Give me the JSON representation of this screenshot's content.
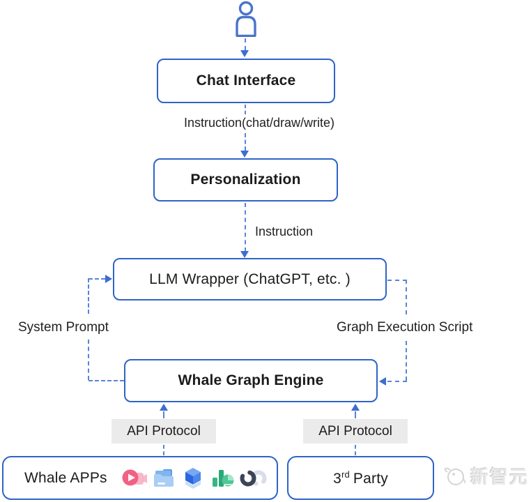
{
  "nodes": {
    "chat_interface": "Chat Interface",
    "personalization": "Personalization",
    "llm_wrapper": "LLM Wrapper (ChatGPT, etc. )",
    "whale_graph_engine": "Whale Graph Engine",
    "whale_apps": "Whale APPs",
    "third_party": {
      "base": "3",
      "sup": "rd",
      "rest": "Party"
    }
  },
  "labels": {
    "instruction_detail": "Instruction(chat/draw/write)",
    "instruction": "Instruction",
    "system_prompt": "System Prompt",
    "graph_execution_script": "Graph Execution Script",
    "api_protocol_left": "API Protocol",
    "api_protocol_right": "API Protocol"
  },
  "icons": {
    "person": "user-icon",
    "apps": [
      "video-icon",
      "folder-icon",
      "cube-icon",
      "chart-icon",
      "loop-icon"
    ]
  },
  "watermark": {
    "text": "新智元"
  },
  "colors": {
    "box_border": "#2f63c7",
    "connector": "#5a82d8",
    "arrowhead": "#3b6ecf",
    "api_label_bg": "#ebebeb",
    "person_icon": "#4a74c9",
    "text": "#1b1b1b"
  }
}
